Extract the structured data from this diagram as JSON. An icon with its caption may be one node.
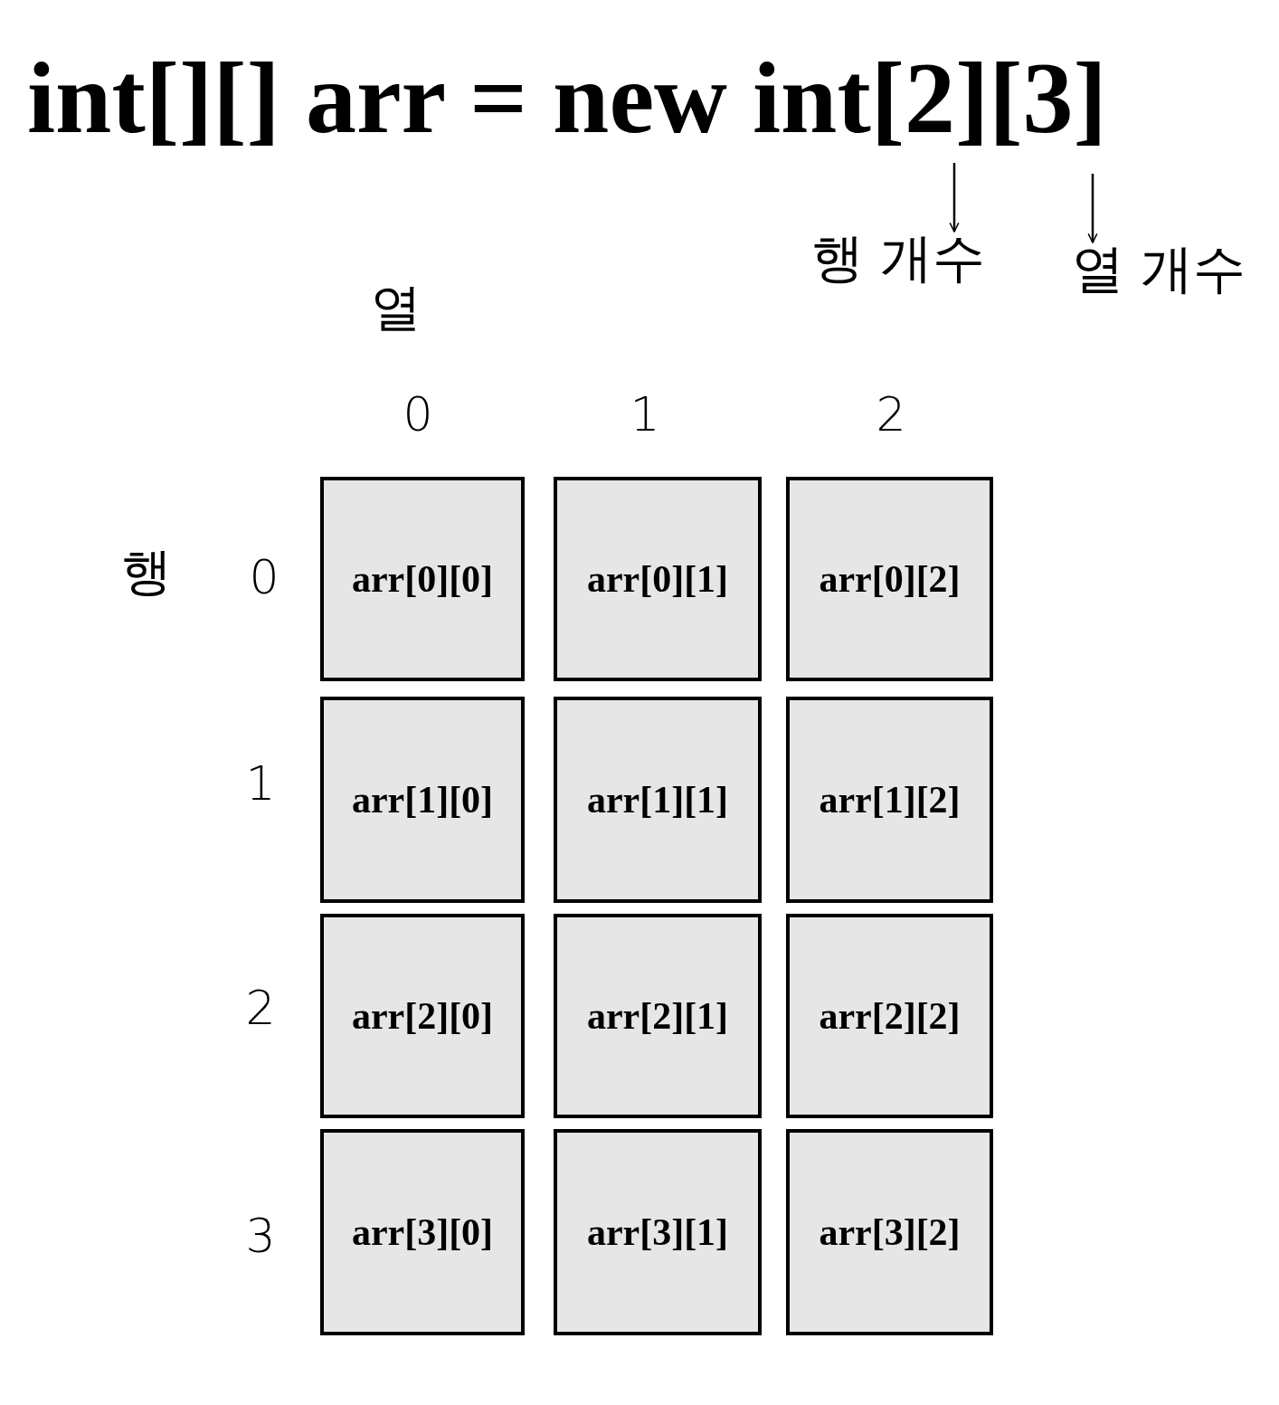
{
  "diagram": {
    "title": "int[][] arr = new int[2][3]",
    "nodes": [
      {
        "text": [
          "행 개수"
        ]
      },
      {
        "text": [
          "열 개수"
        ]
      },
      {
        "text": [
          "arr[0][0]"
        ]
      },
      {
        "text": [
          "arr[0][1]"
        ]
      },
      {
        "text": [
          "arr[0][2]"
        ]
      },
      {
        "text": [
          "arr[1][0]"
        ]
      },
      {
        "text": [
          "arr[1][1]"
        ]
      },
      {
        "text": [
          "arr[1][2]"
        ]
      },
      {
        "text": [
          "arr[2][0]"
        ]
      },
      {
        "text": [
          "arr[2][1]"
        ]
      },
      {
        "text": [
          "arr[2][2]"
        ]
      },
      {
        "text": [
          "arr[3][0]"
        ]
      },
      {
        "text": [
          "arr[3][1]"
        ]
      },
      {
        "text": [
          "arr[3][2]"
        ]
      }
    ],
    "edges": [
      {
        "from": null,
        "to": 0,
        "arrow": "to"
      },
      {
        "from": null,
        "to": 1,
        "arrow": "to"
      }
    ],
    "labels": [
      "열",
      "0",
      "1",
      "2",
      "행",
      "0",
      "1",
      "2",
      "3"
    ]
  }
}
